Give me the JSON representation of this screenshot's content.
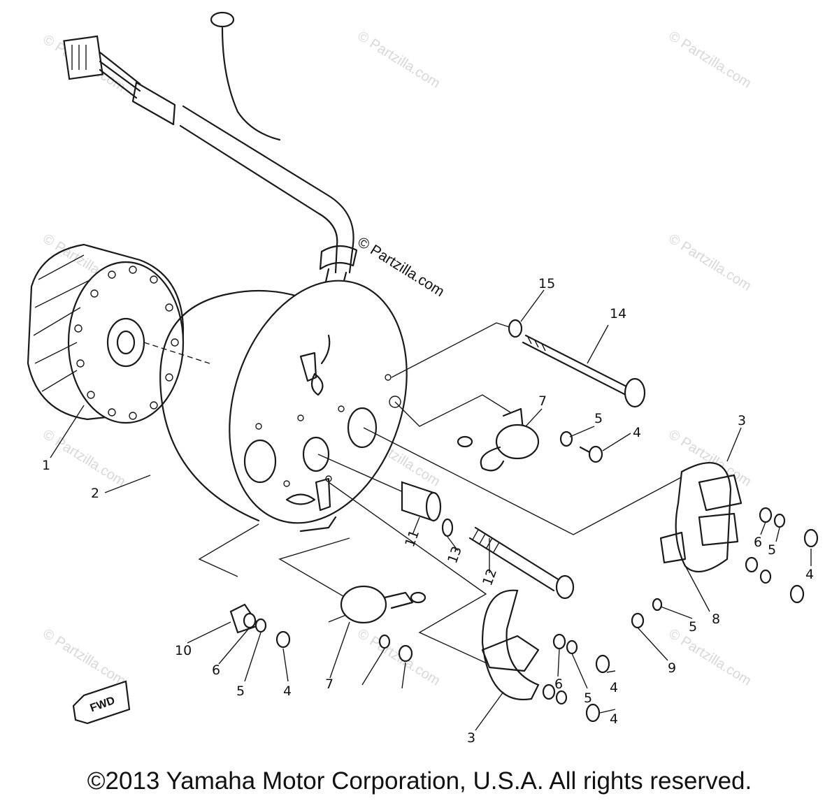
{
  "diagram": {
    "callouts": [
      "1",
      "2",
      "3",
      "3",
      "4",
      "4",
      "4",
      "4",
      "4",
      "5",
      "5",
      "5",
      "5",
      "5",
      "6",
      "6",
      "6",
      "7",
      "7",
      "8",
      "9",
      "10",
      "11",
      "12",
      "13",
      "14",
      "15"
    ],
    "fwd_label": "FWD"
  },
  "watermark": {
    "center_text": "© Partzilla.com",
    "repeat_text": "© Partzilla.com"
  },
  "footer": {
    "copyright": "©2013 Yamaha Motor Corporation, U.S.A. All rights reserved."
  },
  "colors": {
    "line": "#1a1a1a",
    "background": "#ffffff",
    "watermark": "#d8d8d8"
  }
}
